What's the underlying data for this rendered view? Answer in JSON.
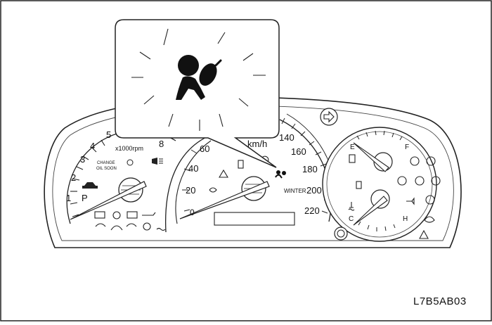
{
  "reference_code": "L7B5AB03",
  "tachometer": {
    "scale_labels": [
      "1",
      "2",
      "3",
      "4",
      "5",
      "8"
    ],
    "unit_label": "x1000rpm",
    "change_oil_line1": "CHANGE",
    "change_oil_line2": "OIL SOON",
    "gear_indicator": "P"
  },
  "speedometer": {
    "scale_labels": [
      "0",
      "20",
      "40",
      "60",
      "140",
      "160",
      "180",
      "200",
      "220"
    ],
    "unit_label": "km/h",
    "winter_label": "WINTER"
  },
  "fuel_temp_gauge": {
    "fuel_empty": "E",
    "fuel_full": "F",
    "temp_cold": "C",
    "temp_hot": "H"
  },
  "callout": {
    "icon": "airbag-warning-icon"
  }
}
